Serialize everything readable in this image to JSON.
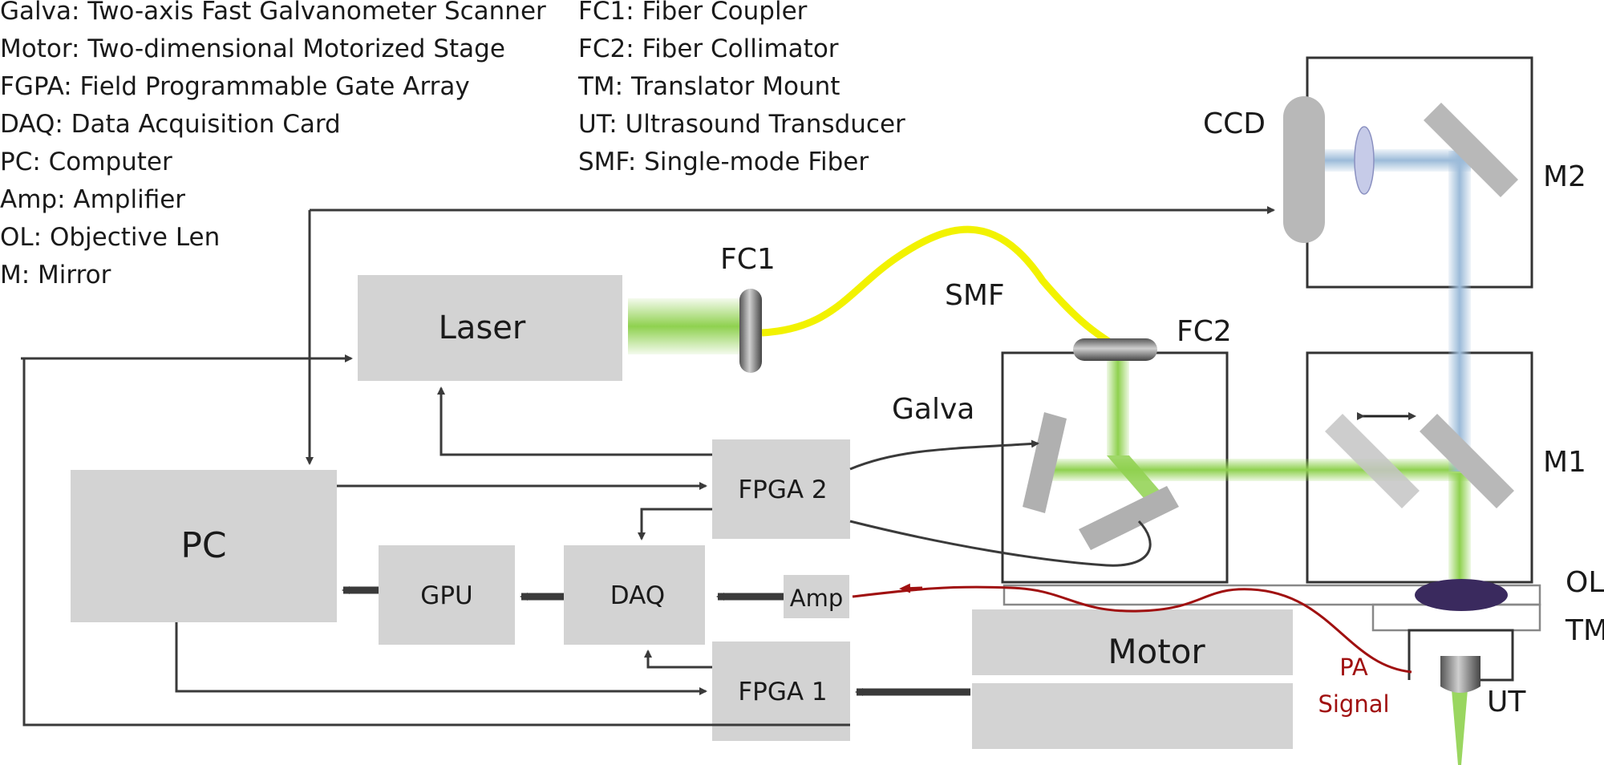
{
  "legend": {
    "left": [
      "Galva: Two-axis Fast Galvanometer Scanner",
      "Motor: Two-dimensional Motorized Stage",
      "FGPA: Field Programmable Gate Array",
      "DAQ: Data Acquisition Card",
      "PC: Computer",
      "Amp: Amplifier",
      "OL: Objective Len",
      "M: Mirror"
    ],
    "right": [
      "FC1: Fiber Coupler",
      "FC2: Fiber Collimator",
      "TM: Translator Mount",
      "UT: Ultrasound Transducer",
      "SMF: Single-mode Fiber"
    ]
  },
  "blocks": {
    "laser": "Laser",
    "pc": "PC",
    "gpu": "GPU",
    "daq": "DAQ",
    "amp": "Amp",
    "fpga2": "FPGA 2",
    "fpga1": "FPGA 1",
    "motor": "Motor"
  },
  "labels": {
    "ccd": "CCD",
    "m2": "M2",
    "m1": "M1",
    "fc1": "FC1",
    "fc2": "FC2",
    "smf": "SMF",
    "galva": "Galva",
    "ol": "OL",
    "tm": "TM",
    "ut": "UT",
    "pa_line1": "PA",
    "pa_line2": "Signal"
  },
  "colors": {
    "green_beam": "#8fd14f",
    "blue_beam": "#9cbbd9",
    "fiber": "#f2f200",
    "signal": "#a01010",
    "block": "#d3d3d3",
    "lens": "#3a2a5e"
  }
}
